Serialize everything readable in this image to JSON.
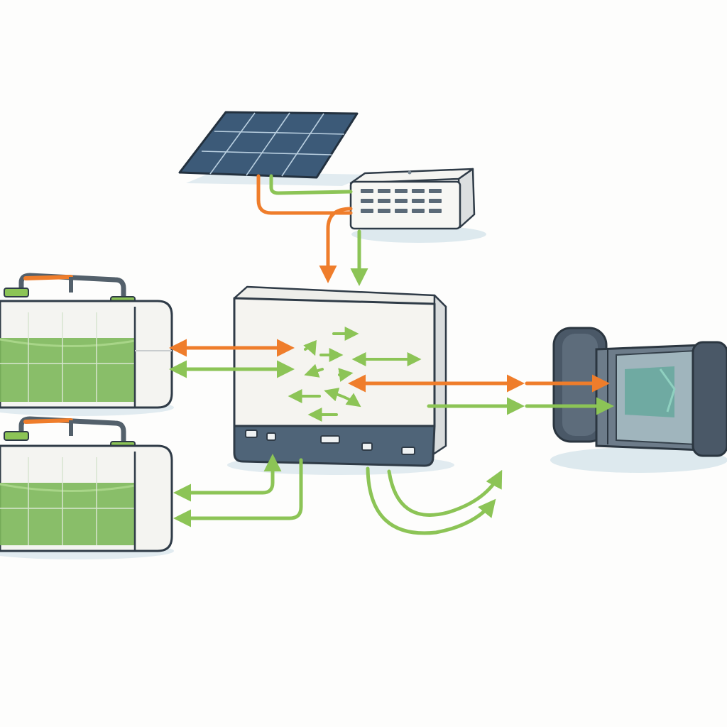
{
  "diagram": {
    "caption": "",
    "components": [
      {
        "id": "solar-panel",
        "kind": "solar panel"
      },
      {
        "id": "charge-controller",
        "kind": "vented electrical box"
      },
      {
        "id": "central-hub",
        "kind": "central power/control unit"
      },
      {
        "id": "battery-top",
        "kind": "battery"
      },
      {
        "id": "battery-bottom",
        "kind": "battery"
      },
      {
        "id": "motor",
        "kind": "motor / load"
      }
    ],
    "connections": [
      {
        "from": "solar-panel",
        "to": "charge-controller",
        "colors": [
          "orange",
          "green"
        ]
      },
      {
        "from": "charge-controller",
        "to": "central-hub",
        "colors": [
          "orange",
          "green"
        ]
      },
      {
        "from": "central-hub",
        "to": "battery-top",
        "colors": [
          "orange",
          "green"
        ],
        "direction": "bidirectional"
      },
      {
        "from": "central-hub",
        "to": "battery-bottom",
        "colors": [
          "green"
        ],
        "direction": "bidirectional"
      },
      {
        "from": "central-hub",
        "to": "motor",
        "colors": [
          "orange",
          "green"
        ],
        "direction": "bidirectional"
      },
      {
        "from": "central-hub",
        "to": "output",
        "colors": [
          "green"
        ],
        "direction": "out"
      }
    ]
  },
  "colors": {
    "background": "#fdfdfc",
    "outline": "#2f3b47",
    "orange_flow": "#ef7d2b",
    "green_flow": "#8cc456",
    "panel_blue": "#3c5a78",
    "battery_fill": "#7db85a",
    "hub_base": "#4f6478",
    "motor_body": "#4a5867",
    "shadow": "#c9dde6"
  }
}
